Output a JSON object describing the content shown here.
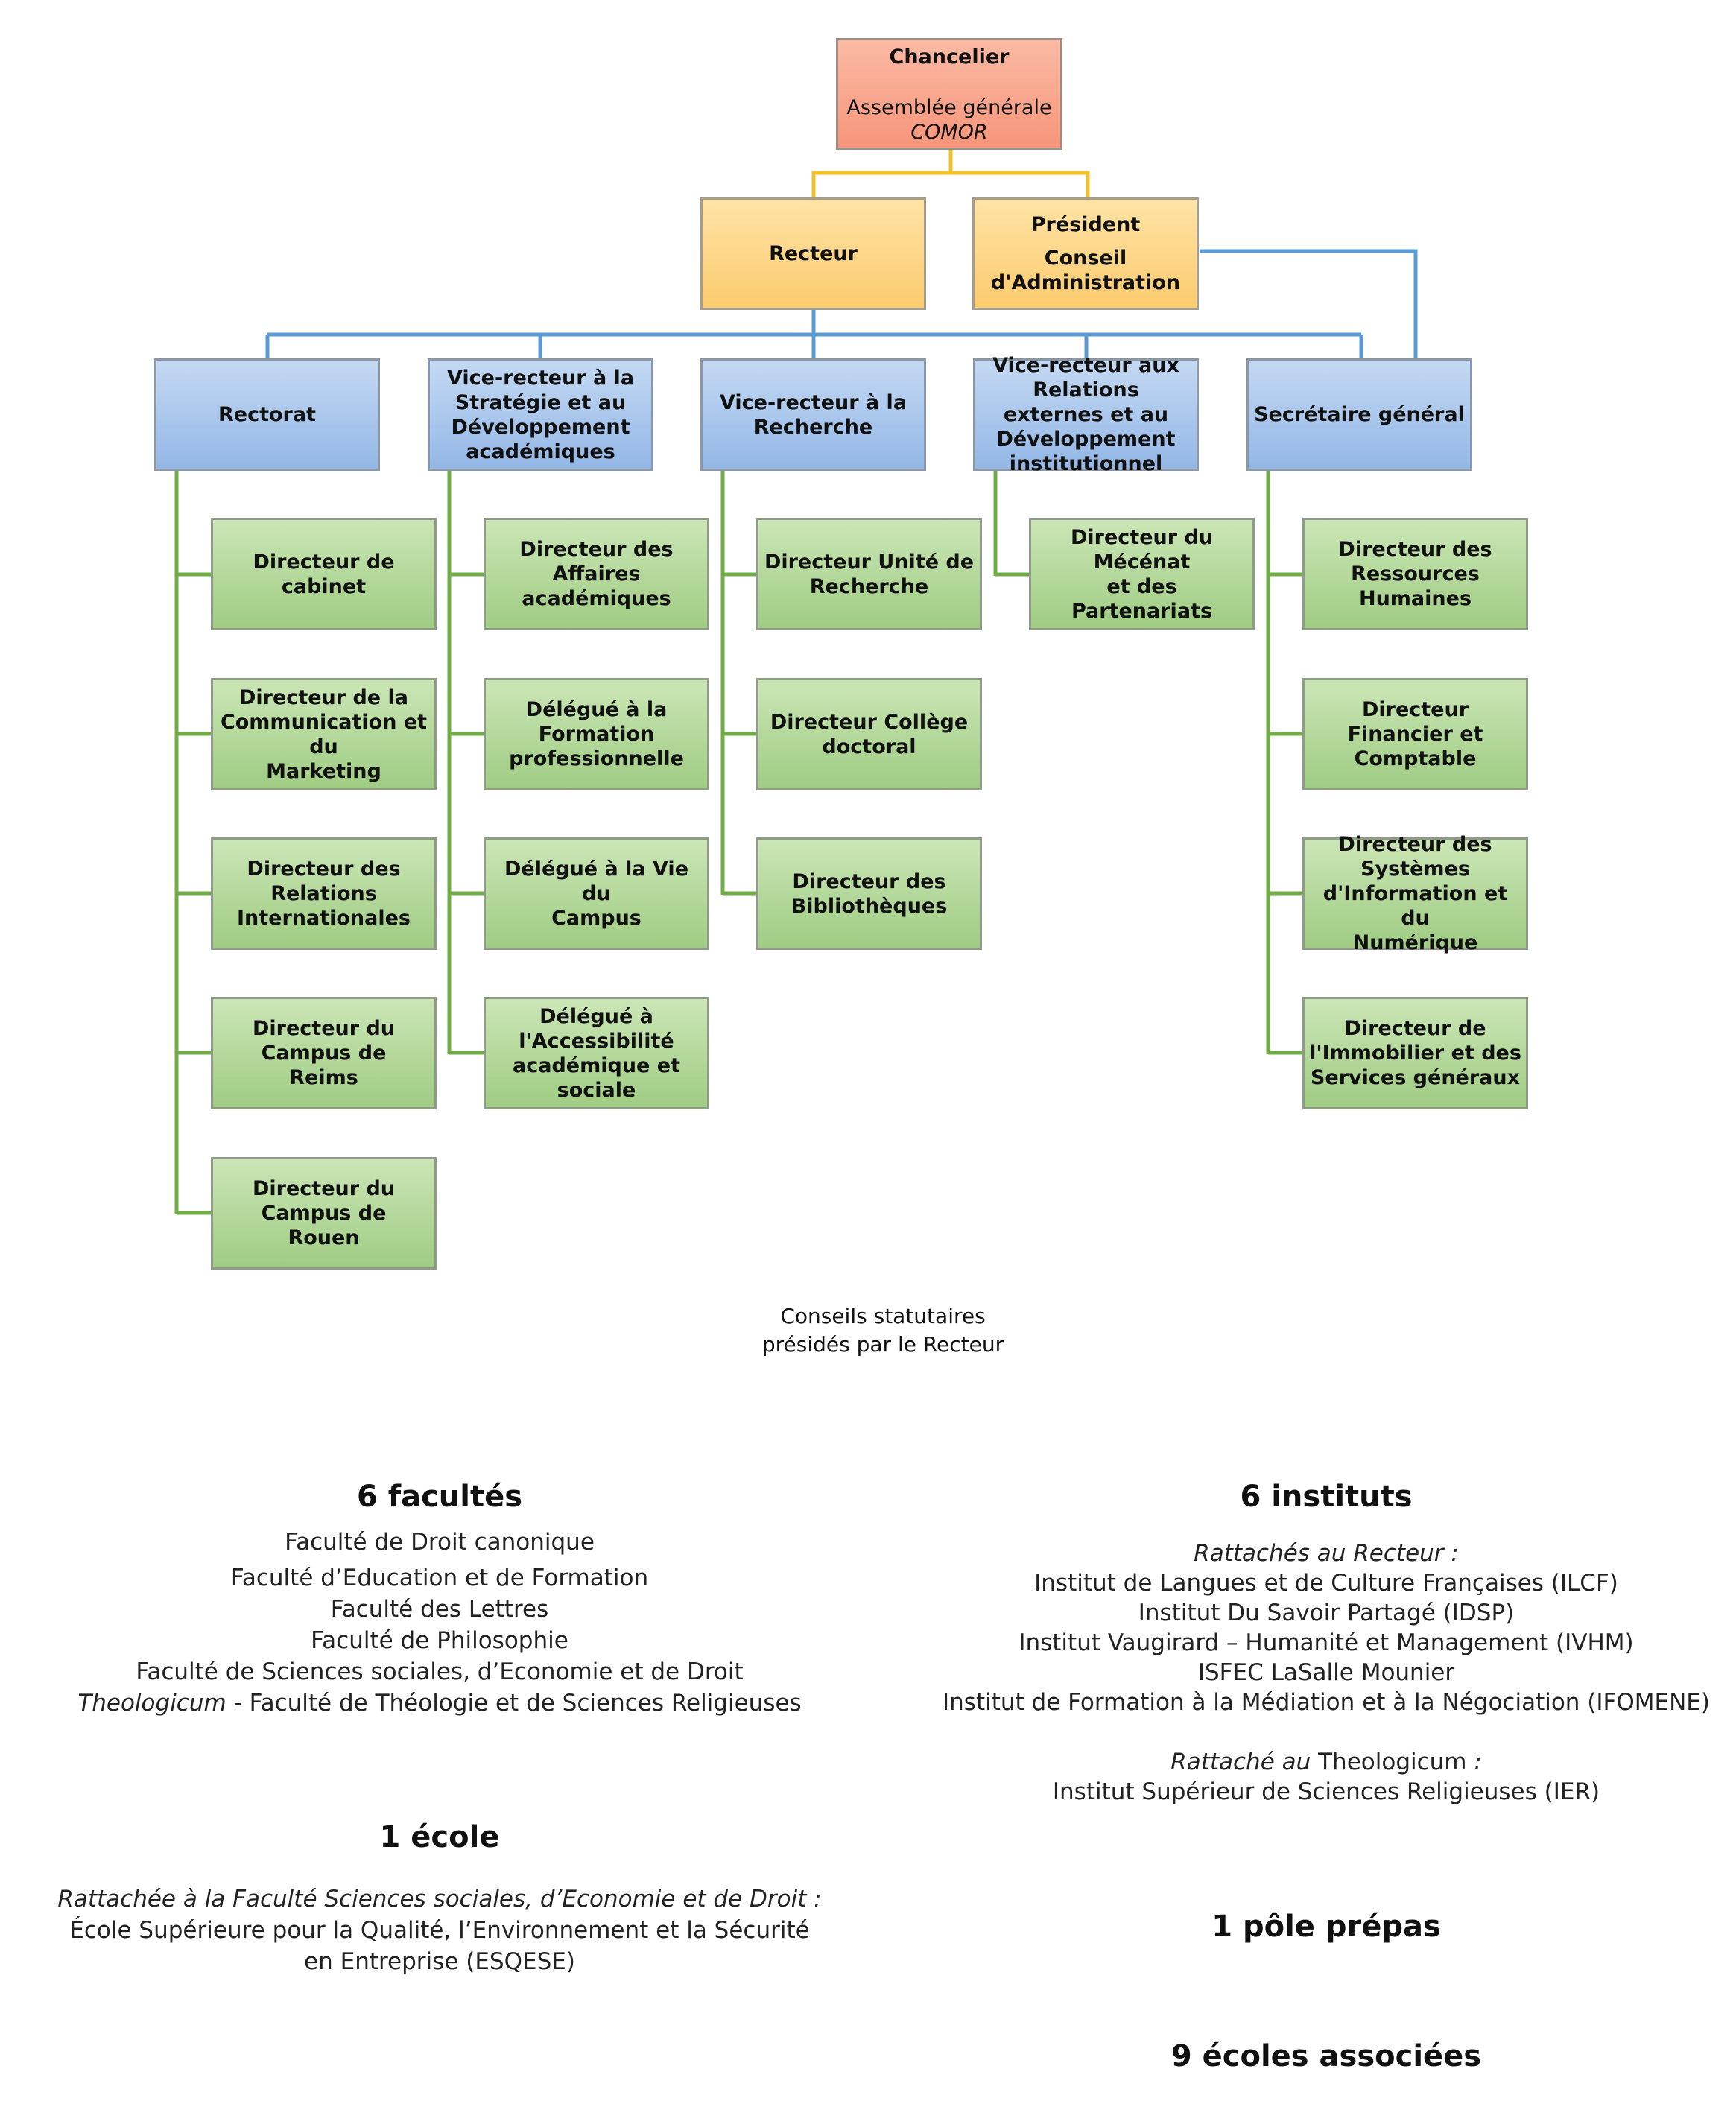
{
  "org": {
    "top": {
      "title": "Chancelier",
      "line1": "Assemblée générale",
      "line2": "COMOR"
    },
    "recteur": {
      "title": "Recteur"
    },
    "president": {
      "title": "Président",
      "line1": "Conseil",
      "line2": "d'Administration"
    },
    "branches": [
      {
        "label": [
          "Rectorat"
        ],
        "children": [
          [
            "Directeur de cabinet"
          ],
          [
            "Directeur de la",
            "Communication et du",
            "Marketing"
          ],
          [
            "Directeur des Relations",
            "Internationales"
          ],
          [
            "Directeur du Campus de",
            "Reims"
          ],
          [
            "Directeur du Campus de",
            "Rouen"
          ]
        ]
      },
      {
        "label": [
          "Vice-recteur à la",
          "Stratégie et au",
          "Développement",
          "académiques"
        ],
        "children": [
          [
            "Directeur des Affaires",
            "académiques"
          ],
          [
            "Délégué à la Formation",
            "professionnelle"
          ],
          [
            "Délégué à la Vie du",
            "Campus"
          ],
          [
            "Délégué à l'Accessibilité",
            "académique et sociale"
          ]
        ]
      },
      {
        "label": [
          "Vice-recteur à la",
          "Recherche"
        ],
        "children": [
          [
            "Directeur Unité de",
            "Recherche"
          ],
          [
            "Directeur Collège",
            "doctoral"
          ],
          [
            "Directeur des",
            "Bibliothèques"
          ]
        ]
      },
      {
        "label": [
          "Vice-recteur aux",
          "Relations externes et au",
          "Développement",
          "institutionnel"
        ],
        "children": [
          [
            "Directeur du Mécénat",
            "et des Partenariats"
          ]
        ]
      },
      {
        "label": [
          "Secrétaire général"
        ],
        "children": [
          [
            "Directeur des",
            "Ressources Humaines"
          ],
          [
            "Directeur Financier et",
            "Comptable"
          ],
          [
            "Directeur des Systèmes",
            "d'Information et du",
            "Numérique"
          ],
          [
            "Directeur de",
            "l'Immobilier et des",
            "Services généraux"
          ]
        ]
      }
    ],
    "colors": {
      "gold_line": "#f2c12e",
      "blue_line": "#5b9bd5",
      "green_line": "#70ad47"
    }
  },
  "conseils": {
    "line1": "Conseils statutaires",
    "line2": "présidés par le Recteur"
  },
  "facultes": {
    "heading": "6 facultés",
    "items": [
      "Faculté de Droit canonique",
      "Faculté d’Education et de Formation",
      "Faculté des Lettres",
      "Faculté de Philosophie",
      "Faculté de Sciences sociales, d’Economie et de Droit"
    ],
    "last_italic": "Theologicum",
    "last_rest": " - Faculté de Théologie et de Sciences Religieuses"
  },
  "ecole": {
    "heading": "1 école",
    "attached": "Rattachée à la Faculté Sciences sociales, d’Economie et de Droit :",
    "line1": "École Supérieure pour la Qualité, l’Environnement et la Sécurité",
    "line2": "en Entreprise (ESQESE)"
  },
  "instituts": {
    "heading": "6 instituts",
    "attached_recteur": "Rattachés au Recteur :",
    "items": [
      "Institut de Langues et de Culture Françaises (ILCF)",
      "Institut Du Savoir Partagé (IDSP)",
      "Institut Vaugirard – Humanité et Management (IVHM)",
      "ISFEC LaSalle Mounier",
      "Institut de Formation à la Médiation et à la Négociation (IFOMENE)"
    ],
    "attached_theo_italic": "Rattaché au",
    "attached_theo_plain": " Theologicum",
    "attached_theo_colon": " :",
    "ier": "Institut Supérieur de Sciences Religieuses (IER)"
  },
  "prepas": {
    "heading": "1 pôle prépas"
  },
  "associees": {
    "heading": "9 écoles associées"
  }
}
